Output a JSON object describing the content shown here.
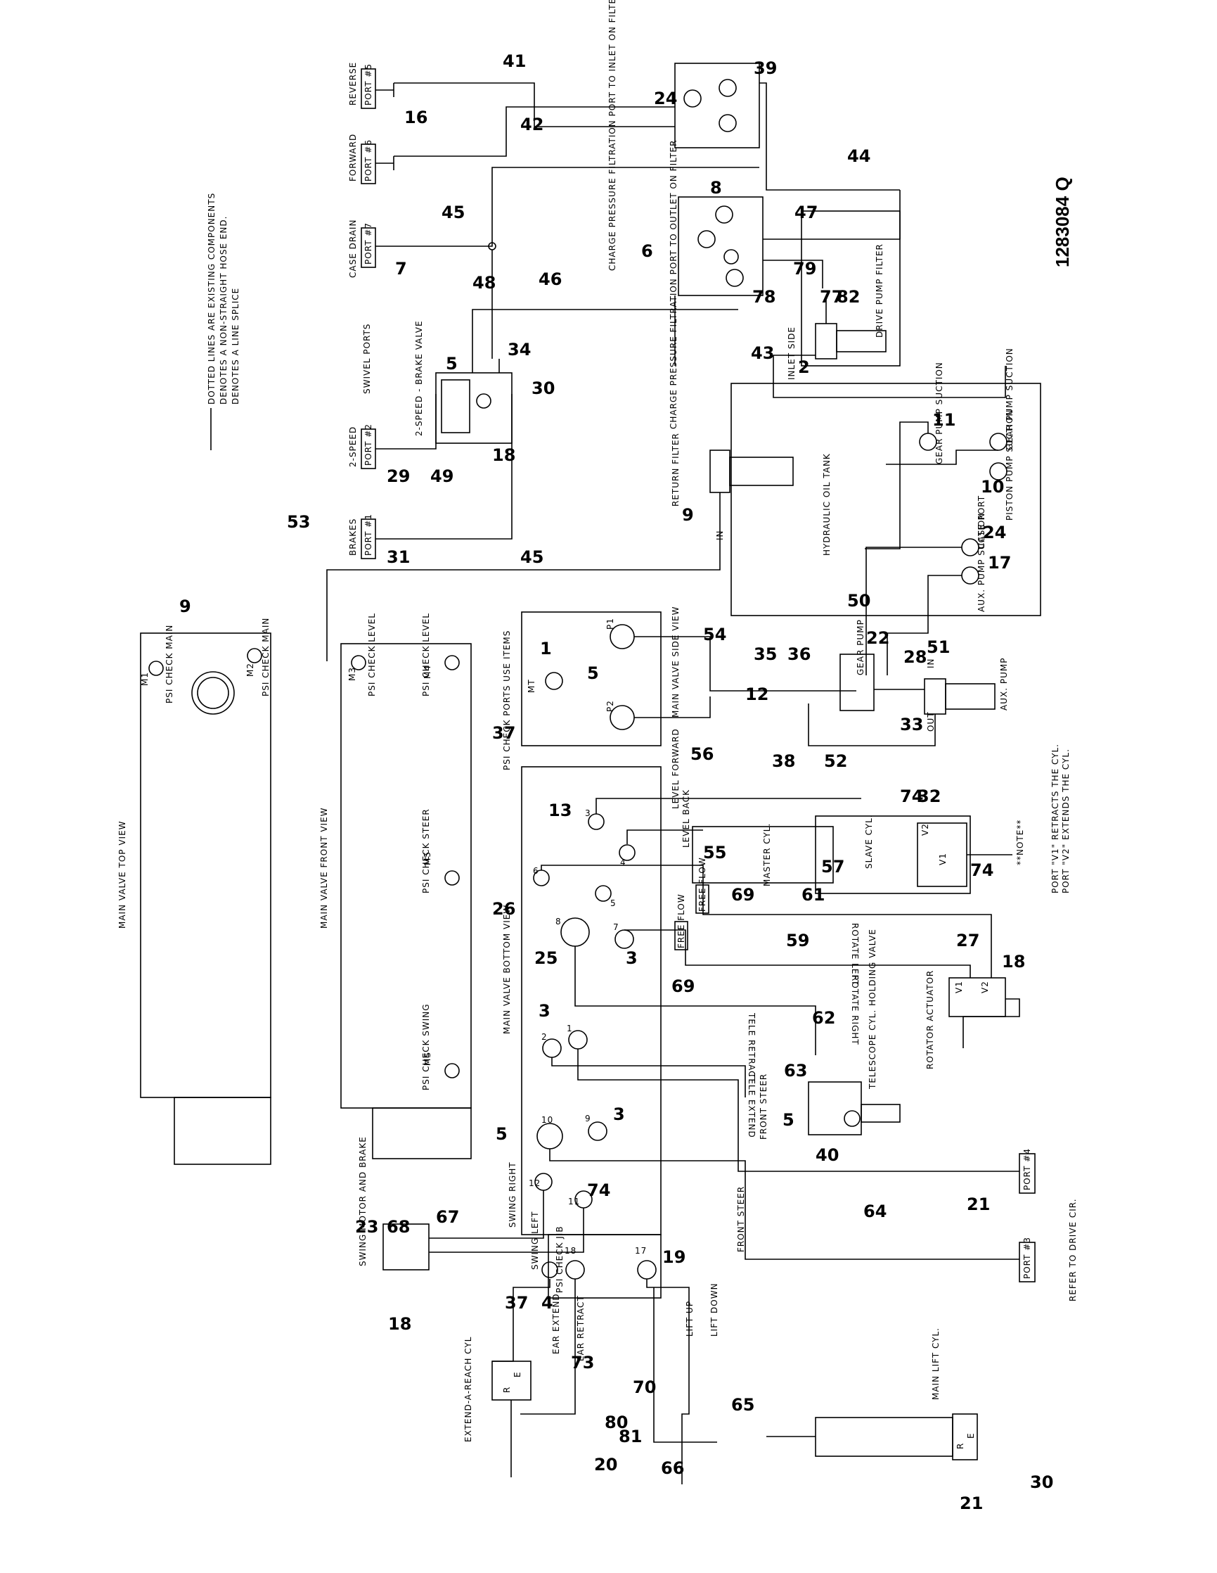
{
  "drawing_number": "1283084 Q",
  "legend": {
    "solid_line_note": "DOTTED LINES ARE EXISTING COMPONENTS",
    "x_note": "DENOTES A NON-STRAIGHT HOSE END.",
    "o_note": "DENOTES A LINE SPLICE"
  },
  "swivel_ports_header": "SWIVEL PORTS",
  "ports": {
    "reverse": {
      "name": "REVERSE",
      "port": "PORT #5"
    },
    "forward": {
      "name": "FORWARD",
      "port": "PORT #6"
    },
    "case_drain": {
      "name": "CASE DRAIN",
      "port": "PORT #7"
    },
    "two_speed": {
      "name": "2-SPEED",
      "port": "PORT #2"
    },
    "brakes": {
      "name": "BRAKES",
      "port": "PORT #1"
    },
    "port3": "PORT #3",
    "port4": "PORT #4"
  },
  "labels": {
    "brake_valve": "2-SPEED - BRAKE VALVE",
    "charge_top": "CHARGE PRESSURE FILTRATION PORT TO INLET ON FILTER",
    "charge_bottom": "CHARGE PRESSURE FILTRATION PORT TO OUTLET ON FILTER",
    "drive_filter": "DRIVE PUMP FILTER",
    "inlet_side": "INLET SIDE",
    "return_filter": "RETURN FILTER",
    "in": "IN",
    "out": "OUT",
    "tank": "HYDRAULIC OIL TANK",
    "gear_suction_1": "GEAR PUMP SUCTION",
    "gear_suction_2": "GEAR PUMP SUCTION",
    "piston_suction": "PISTON PUMP SUCTION",
    "case_port": "CASE PORT",
    "aux_suction": "AUX. PUMP SUCTION",
    "gear_pump": "GEAR PUMP",
    "aux_pump": "AUX. PUMP",
    "main_valve_top": "MAIN VALVE TOP VIEW",
    "main_valve_front": "MAIN VALVE FRONT VIEW",
    "main_valve_side": "MAIN VALVE SIDE VIEW",
    "main_valve_bottom": "MAIN VALVE BOTTOM VIEW",
    "psi_ports": "PSI CHECK PORTS USE ITEMS",
    "psi_main_1": "PSI CHECK MAIN",
    "psi_main_2": "PSI CHECK MAIN",
    "psi_level_1": "PSI CHECK LEVEL",
    "psi_level_2": "PSI CHECK LEVEL",
    "psi_steer": "PSI CHECK STEER",
    "psi_swing": "PSI CHECK SWING",
    "psi_jib": "PSI CHECK JIB",
    "m1": "M1",
    "m2": "M2",
    "m3": "M3",
    "m4": "M4",
    "m5": "M5",
    "ms": "MS",
    "mt": "MT",
    "p1": "P1",
    "p2": "P2",
    "level_forward": "LEVEL FORWARD",
    "level_back": "LEVEL BACK",
    "master_cyl": "MASTER CYL.",
    "slave_cyl": "SLAVE CYL.",
    "note_title": "**NOTE**",
    "note_v1": "PORT \"V1\" RETRACTS THE CYL.",
    "note_v2": "PORT \"V2\" EXTENDS THE CYL.",
    "rotate_left": "ROTATE LEFT",
    "rotate_right": "ROTATE RIGHT",
    "rotator": "ROTATOR ACTUATOR",
    "tele_retract": "TELE RETRACT",
    "tele_extend": "TELE EXTEND",
    "tele_cyl": "TELESCOPE CYL. HOLDING VALVE",
    "front_steer_1": "FRONT STEER",
    "front_steer_2": "FRONT STEER",
    "refer": "REFER TO DRIVE CIR.",
    "swing_right": "SWING RIGHT",
    "swing_left": "SWING LEFT",
    "swing_motor": "SWING MOTOR AND BRAKE",
    "ear_extend": "EAR EXTEND",
    "ear_retract": "EAR RETRACT",
    "extend_reach": "EXTEND-A-REACH CYL",
    "lift_up": "LIFT UP",
    "lift_down": "LIFT DOWN",
    "main_lift": "MAIN LIFT CYL.",
    "free_flow_1": "FREE FLOW",
    "free_flow_2": "FREE FLOW",
    "v1": "V1",
    "v2": "V2",
    "r": "R",
    "e": "E"
  },
  "callouts": {
    "c1": "1",
    "c2": "2",
    "c3a": "3",
    "c3b": "3",
    "c3c": "3",
    "c4": "4",
    "c5a": "5",
    "c5b": "5",
    "c5c": "5",
    "c5d": "5",
    "c6": "6",
    "c7": "7",
    "c8": "8",
    "c9a": "9",
    "c9b": "9",
    "c10": "10",
    "c11": "11",
    "c12": "12",
    "c13": "13",
    "c16": "16",
    "c17": "17",
    "c18a": "18",
    "c18b": "18",
    "c18c": "18",
    "c19": "19",
    "c20": "20",
    "c21a": "21",
    "c21b": "21",
    "c22": "22",
    "c23": "23",
    "c24a": "24",
    "c24b": "24",
    "c25": "25",
    "c26": "26",
    "c27": "27",
    "c28": "28",
    "c29": "29",
    "c30a": "30",
    "c30b": "30",
    "c31": "31",
    "c32": "32",
    "c33": "33",
    "c34": "34",
    "c35": "35",
    "c36": "36",
    "c37a": "37",
    "c37b": "37",
    "c38": "38",
    "c39": "39",
    "c40": "40",
    "c41": "41",
    "c42": "42",
    "c43": "43",
    "c44": "44",
    "c45a": "45",
    "c45b": "45",
    "c46": "46",
    "c47": "47",
    "c48": "48",
    "c49": "49",
    "c50": "50",
    "c51": "51",
    "c52": "52",
    "c53": "53",
    "c54": "54",
    "c55": "55",
    "c56": "56",
    "c57": "57",
    "c59": "59",
    "c61": "61",
    "c62": "62",
    "c63": "63",
    "c64": "64",
    "c65": "65",
    "c66": "66",
    "c67": "67",
    "c68": "68",
    "c69a": "69",
    "c69b": "69",
    "c70": "70",
    "c73": "73",
    "c74a": "74",
    "c74b": "74",
    "c74c": "74",
    "c77": "77",
    "c78": "78",
    "c79": "79",
    "c80": "80",
    "c81": "81",
    "c82": "82",
    "p1": "1",
    "p2": "2",
    "p3": "3",
    "p4": "4",
    "p5": "5",
    "p6": "6",
    "p7": "7",
    "p8": "8",
    "p9": "9",
    "p10": "10",
    "p11": "11",
    "p12": "12",
    "p17": "17",
    "p18": "18"
  }
}
